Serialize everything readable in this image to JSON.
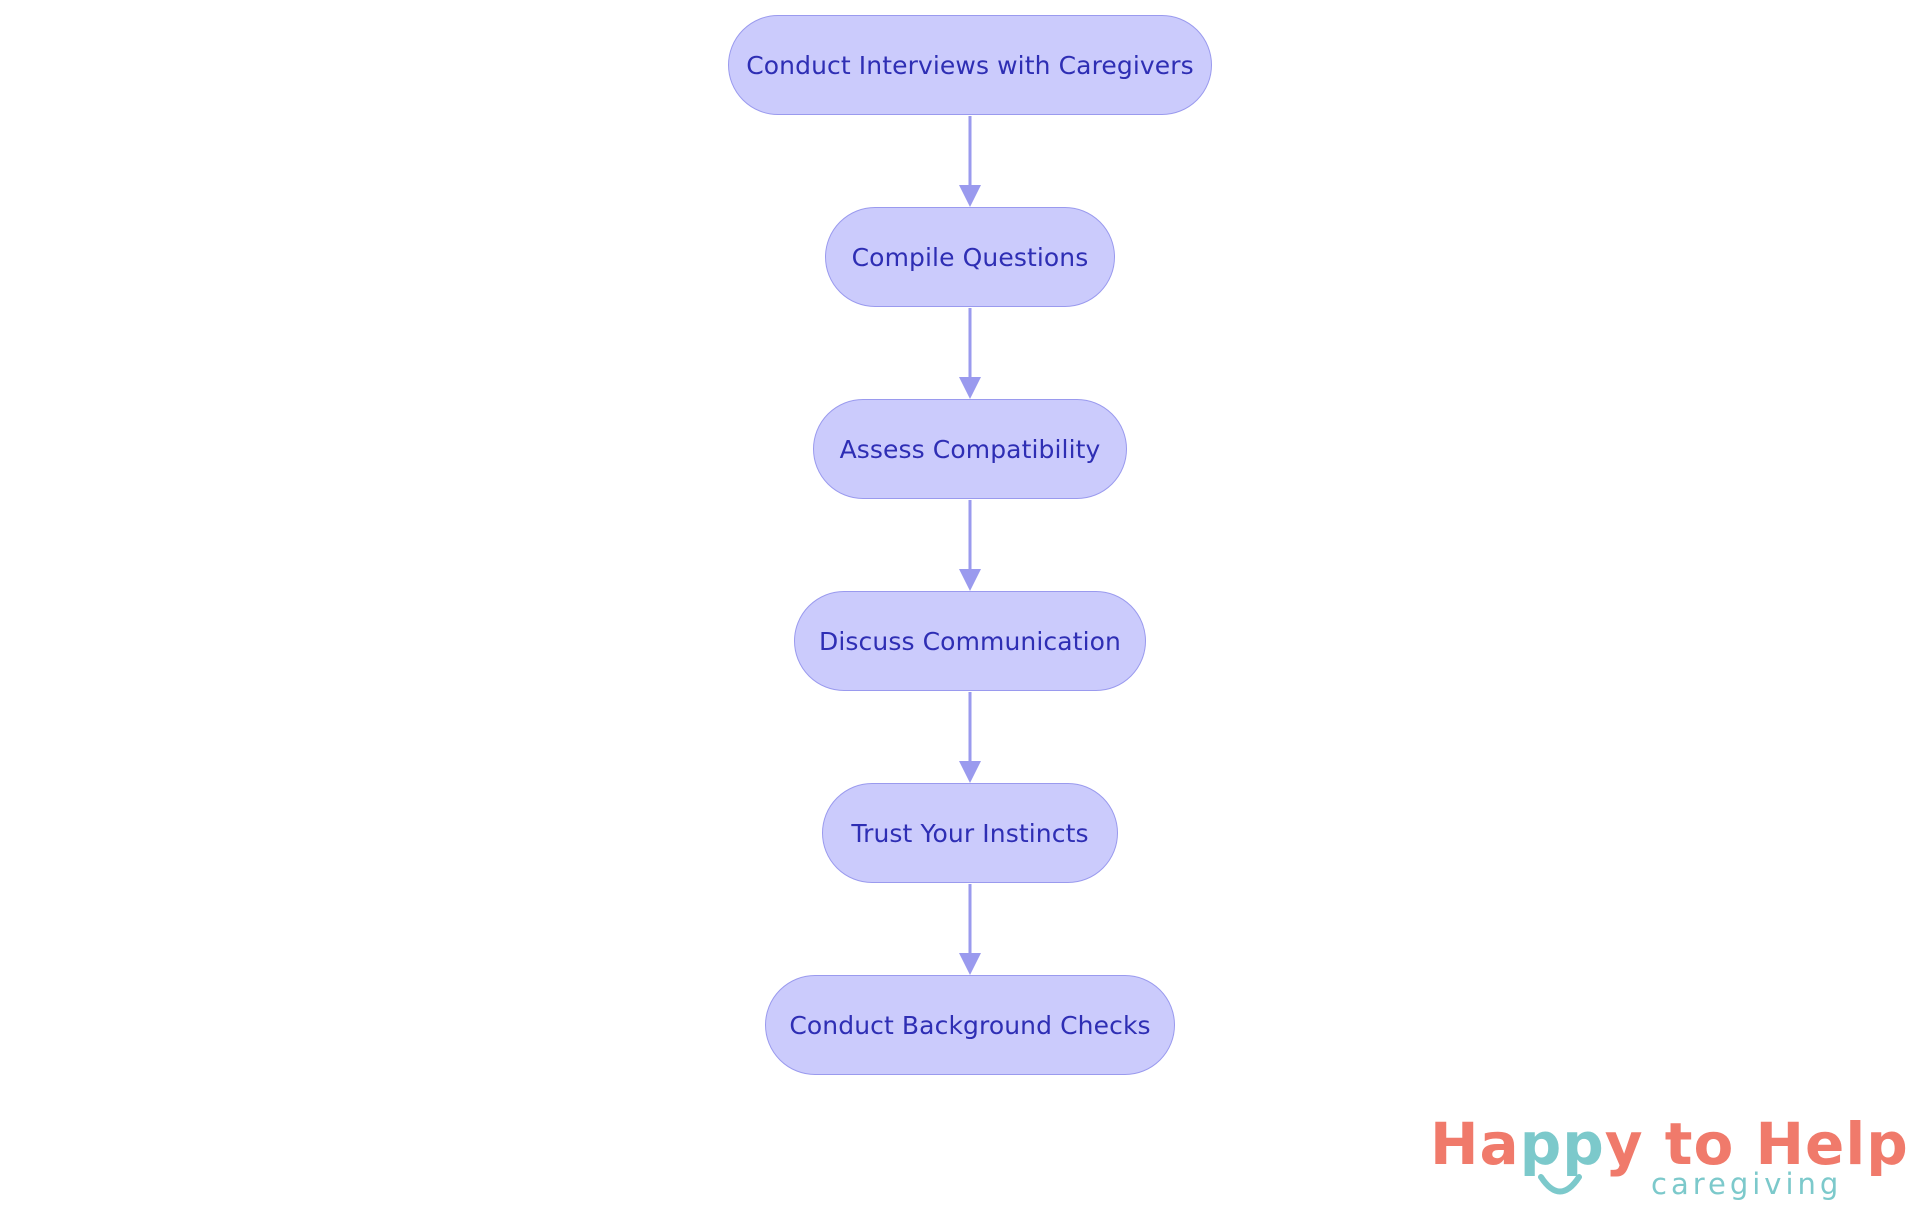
{
  "flowchart": {
    "steps": [
      {
        "label": "Conduct Interviews with Caregivers"
      },
      {
        "label": "Compile Questions"
      },
      {
        "label": "Assess Compatibility"
      },
      {
        "label": "Discuss Communication"
      },
      {
        "label": "Trust Your Instincts"
      },
      {
        "label": "Conduct Background Checks"
      }
    ]
  },
  "logo": {
    "word_1": "Ha",
    "word_2": "pp",
    "word_3": "y to Help",
    "tagline": "caregiving"
  },
  "colors": {
    "node_fill": "#cbcbfc",
    "node_border": "#9a9aee",
    "node_text": "#2e2eb4",
    "connector": "#9a9aee",
    "logo_coral": "#f07a6b",
    "logo_teal": "#7cc9cb"
  }
}
